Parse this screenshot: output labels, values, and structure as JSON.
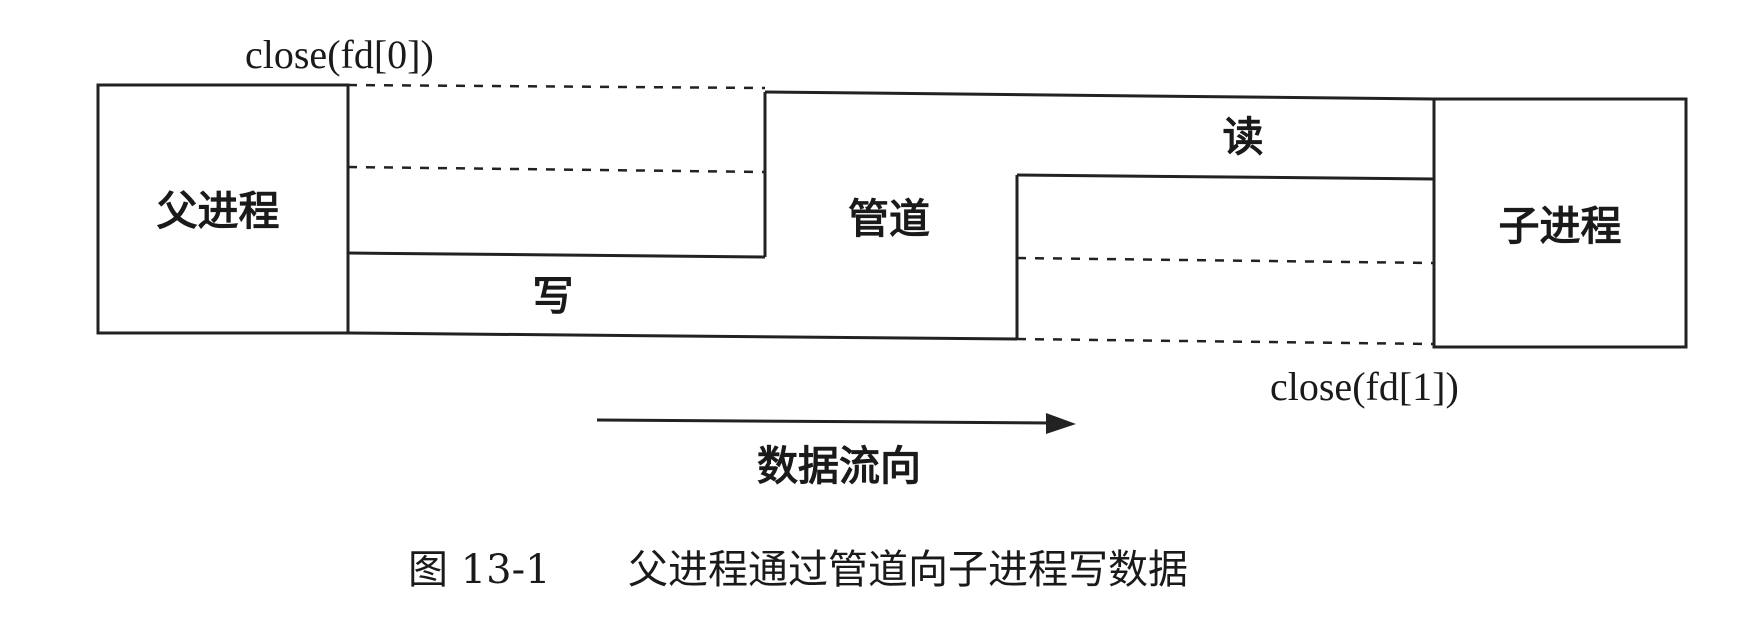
{
  "diagram": {
    "parent_process_label": "父进程",
    "child_process_label": "子进程",
    "pipe_label": "管道",
    "write_label": "写",
    "read_label": "读",
    "close_read_end_label": "close(fd[0])",
    "close_write_end_label": "close(fd[1])",
    "data_flow_label": "数据流向"
  },
  "caption": {
    "number": "图 13-1",
    "text": "父进程通过管道向子进程写数据"
  },
  "colors": {
    "line": "#222222",
    "text": "#1a1a1a",
    "background": "#ffffff"
  }
}
